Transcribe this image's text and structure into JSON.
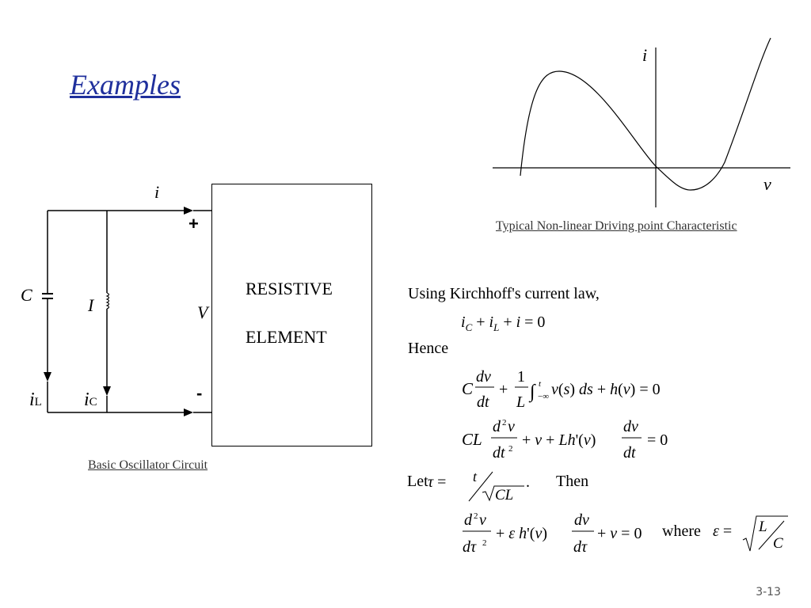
{
  "slide": {
    "title": "Examples",
    "page_number": "3-13"
  },
  "circuit": {
    "caption": "Basic Oscillator Circuit",
    "element_line1": "RESISTIVE",
    "element_line2": "ELEMENT",
    "label_i": "i",
    "label_plus": "+",
    "label_minus": "-",
    "label_V": "V",
    "label_C": "C",
    "label_I": "I",
    "label_iL_main": "i",
    "label_iL_sub": "L",
    "label_iC_main": "i",
    "label_iC_sub": "C"
  },
  "plot": {
    "caption": "Typical Non-linear Driving point Characteristic",
    "y_label": "i",
    "x_label": "v"
  },
  "derivation": {
    "intro": "Using  Kirchhoff's current law,",
    "hence": "Hence",
    "let": "Let",
    "then": "Then",
    "where": "where"
  }
}
